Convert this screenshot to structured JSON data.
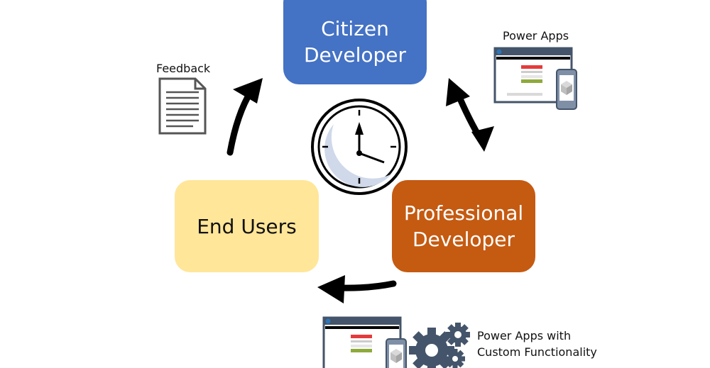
{
  "nodes": {
    "citizen": "Citizen\nDeveloper",
    "professional": "Professional\nDeveloper",
    "end_users": "End Users"
  },
  "labels": {
    "feedback": "Feedback",
    "power_apps": "Power Apps",
    "power_apps_custom": "Power Apps with\nCustom Functionality"
  },
  "colors": {
    "citizen": "#4472c4",
    "professional": "#c55a11",
    "end_users": "#ffe699",
    "arrow": "#000000"
  },
  "icons": [
    "document-icon",
    "clock-icon",
    "app-screen-icon",
    "mobile-device-icon",
    "gears-icon"
  ]
}
